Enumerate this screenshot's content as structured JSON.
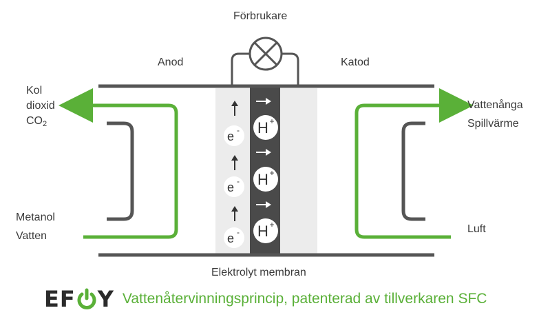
{
  "labels": {
    "load": "Förbrukare",
    "anode": "Anod",
    "cathode": "Katod",
    "co2_line1": "Kol",
    "co2_line2": "dioxid",
    "co2_line3": "CO",
    "co2_sub": "2",
    "water_vapor": "Vattenånga",
    "waste_heat": "Spillvärme",
    "methanol": "Metanol",
    "water": "Vatten",
    "air": "Luft",
    "membrane": "Elektrolyt membran",
    "electron": "e",
    "electron_sup": "-",
    "proton": "H",
    "proton_sup": "+"
  },
  "footer": {
    "logo": "EF",
    "logo_y": "Y",
    "tagline": "Vattenåtervinningsprincip, patenterad av tillverkaren SFC"
  },
  "colors": {
    "green": "#5ab038",
    "dark": "#555555",
    "membrane": "#4a4a4a",
    "electrode": "#ececec"
  }
}
